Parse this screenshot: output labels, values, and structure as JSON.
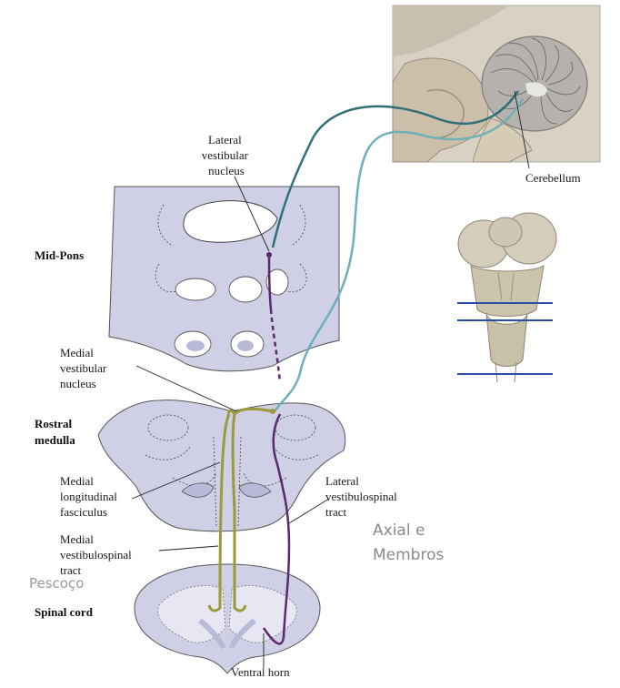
{
  "labels": {
    "lateral_vestibular_nucleus": [
      "Lateral",
      "vestibular",
      "nucleus"
    ],
    "cerebellum": "Cerebellum",
    "mid_pons": "Mid-Pons",
    "medial_vestibular_nucleus": [
      "Medial",
      "vestibular",
      "nucleus"
    ],
    "rostral_medulla": [
      "Rostral",
      "medulla"
    ],
    "medial_longitudinal_fasciculus": [
      "Medial",
      "longitudinal",
      "fasciculus"
    ],
    "lateral_vestibulospinal_tract": [
      "Lateral",
      "vestibulospinal",
      "tract"
    ],
    "medial_vestibulospinal_tract": [
      "Medial",
      "vestibulospinal",
      "tract"
    ],
    "spinal_cord": "Spinal cord",
    "ventral_horn": "Ventral horn"
  },
  "annotations": {
    "axial_membros": [
      "Axial e",
      "Membros"
    ],
    "pescoco": "Pescoço"
  },
  "colors": {
    "tissue": "#cfcfe6",
    "tissue_dark": "#b9b9d8",
    "lateral_tract": "#5a2a6e",
    "medial_tract": "#9a9a3a",
    "cerebellar_pathway_dark": "#2f6f77",
    "cerebellar_pathway_light": "#6fb0b8",
    "level_line": "#2a4da8"
  }
}
